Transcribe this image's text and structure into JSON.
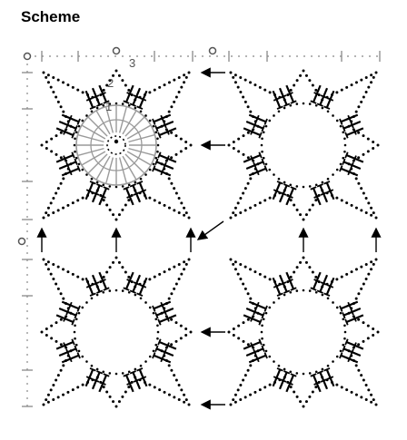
{
  "page": {
    "title": "Scheme"
  },
  "diagram": {
    "round_labels": [
      "1",
      "2",
      "3"
    ],
    "colors": {
      "stitch": "#000000",
      "first_motif": "#9a9a9a",
      "marker": "#555555"
    }
  }
}
